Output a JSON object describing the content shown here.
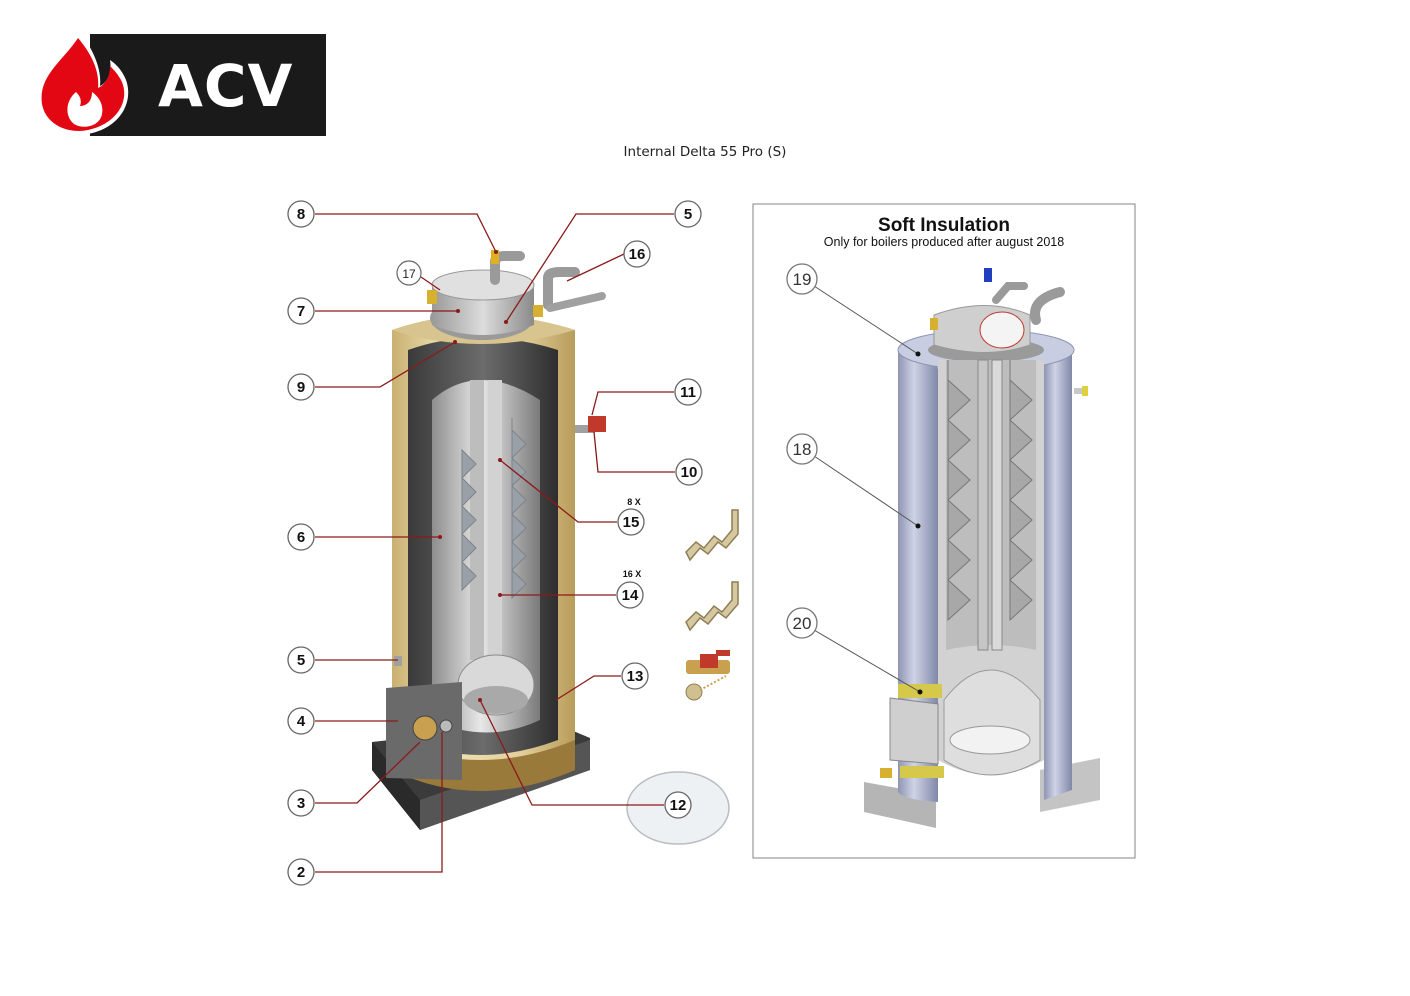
{
  "logo": {
    "text": "ACV",
    "brand_red": "#e30613",
    "brand_black": "#1a1a1a"
  },
  "title": "Internal Delta 55 Pro (S)",
  "main_callouts": [
    {
      "label": "8"
    },
    {
      "label": "5"
    },
    {
      "label": "16"
    },
    {
      "label": "17"
    },
    {
      "label": "7"
    },
    {
      "label": "9"
    },
    {
      "label": "11"
    },
    {
      "label": "10"
    },
    {
      "label": "15"
    },
    {
      "label": "6"
    },
    {
      "label": "14"
    },
    {
      "label": "5"
    },
    {
      "label": "13"
    },
    {
      "label": "4"
    },
    {
      "label": "3"
    },
    {
      "label": "12"
    },
    {
      "label": "2"
    }
  ],
  "quantities": {
    "item15": "8 X",
    "item14": "16 X"
  },
  "insulation_panel": {
    "title": "Soft Insulation",
    "subtitle": "Only for boilers produced after august 2018",
    "callouts": [
      {
        "label": "19"
      },
      {
        "label": "18"
      },
      {
        "label": "20"
      }
    ]
  },
  "colors": {
    "leader_red": "#8b1a1a",
    "insulation_blue": "#b9bfd6",
    "jacket_tan": "#d9c48a"
  }
}
